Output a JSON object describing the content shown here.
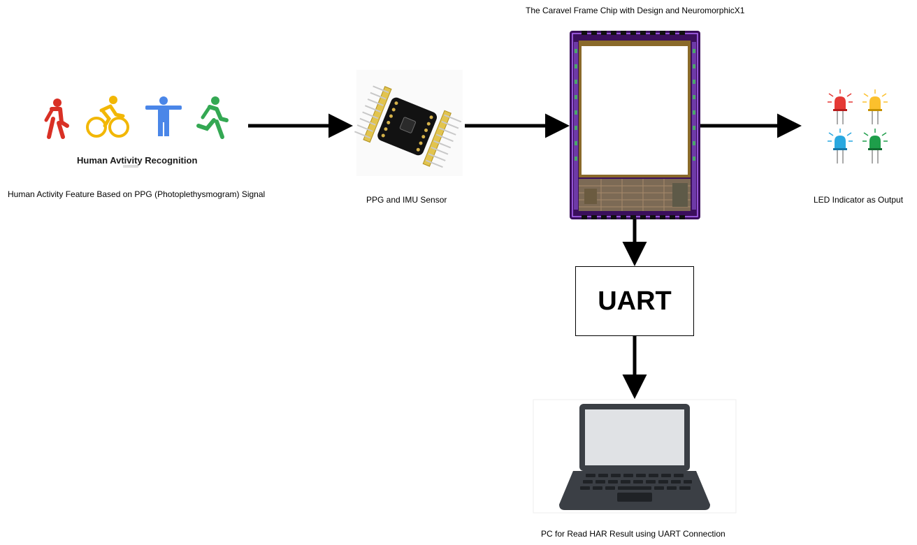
{
  "har": {
    "title": "Human Avtivity Recognition",
    "caption": "Human Activity Feature Based on PPG (Photoplethysmogram) Signal",
    "icons": [
      "walking-person-icon",
      "cycling-person-icon",
      "standing-person-icon",
      "running-person-icon"
    ],
    "colors": {
      "walk": "#d93025",
      "bike": "#f2b705",
      "stand": "#4a86e8",
      "run": "#34a853"
    }
  },
  "sensor": {
    "caption": "PPG and IMU  Sensor"
  },
  "chip": {
    "caption": "The Caravel Frame Chip with Design and NeuromorphicX1",
    "colors": {
      "frame": "#7b2fbe",
      "core": "#ffffff"
    }
  },
  "leds": {
    "caption": "LED Indicator as Output",
    "colors": [
      "#e53935",
      "#fbc02d",
      "#29a8e0",
      "#1e9e4a"
    ]
  },
  "uart": {
    "label": "UART"
  },
  "pc": {
    "caption": "PC for Read HAR Result using UART Connection",
    "colors": {
      "body": "#3b3f45",
      "screen": "#e0e2e5"
    }
  }
}
